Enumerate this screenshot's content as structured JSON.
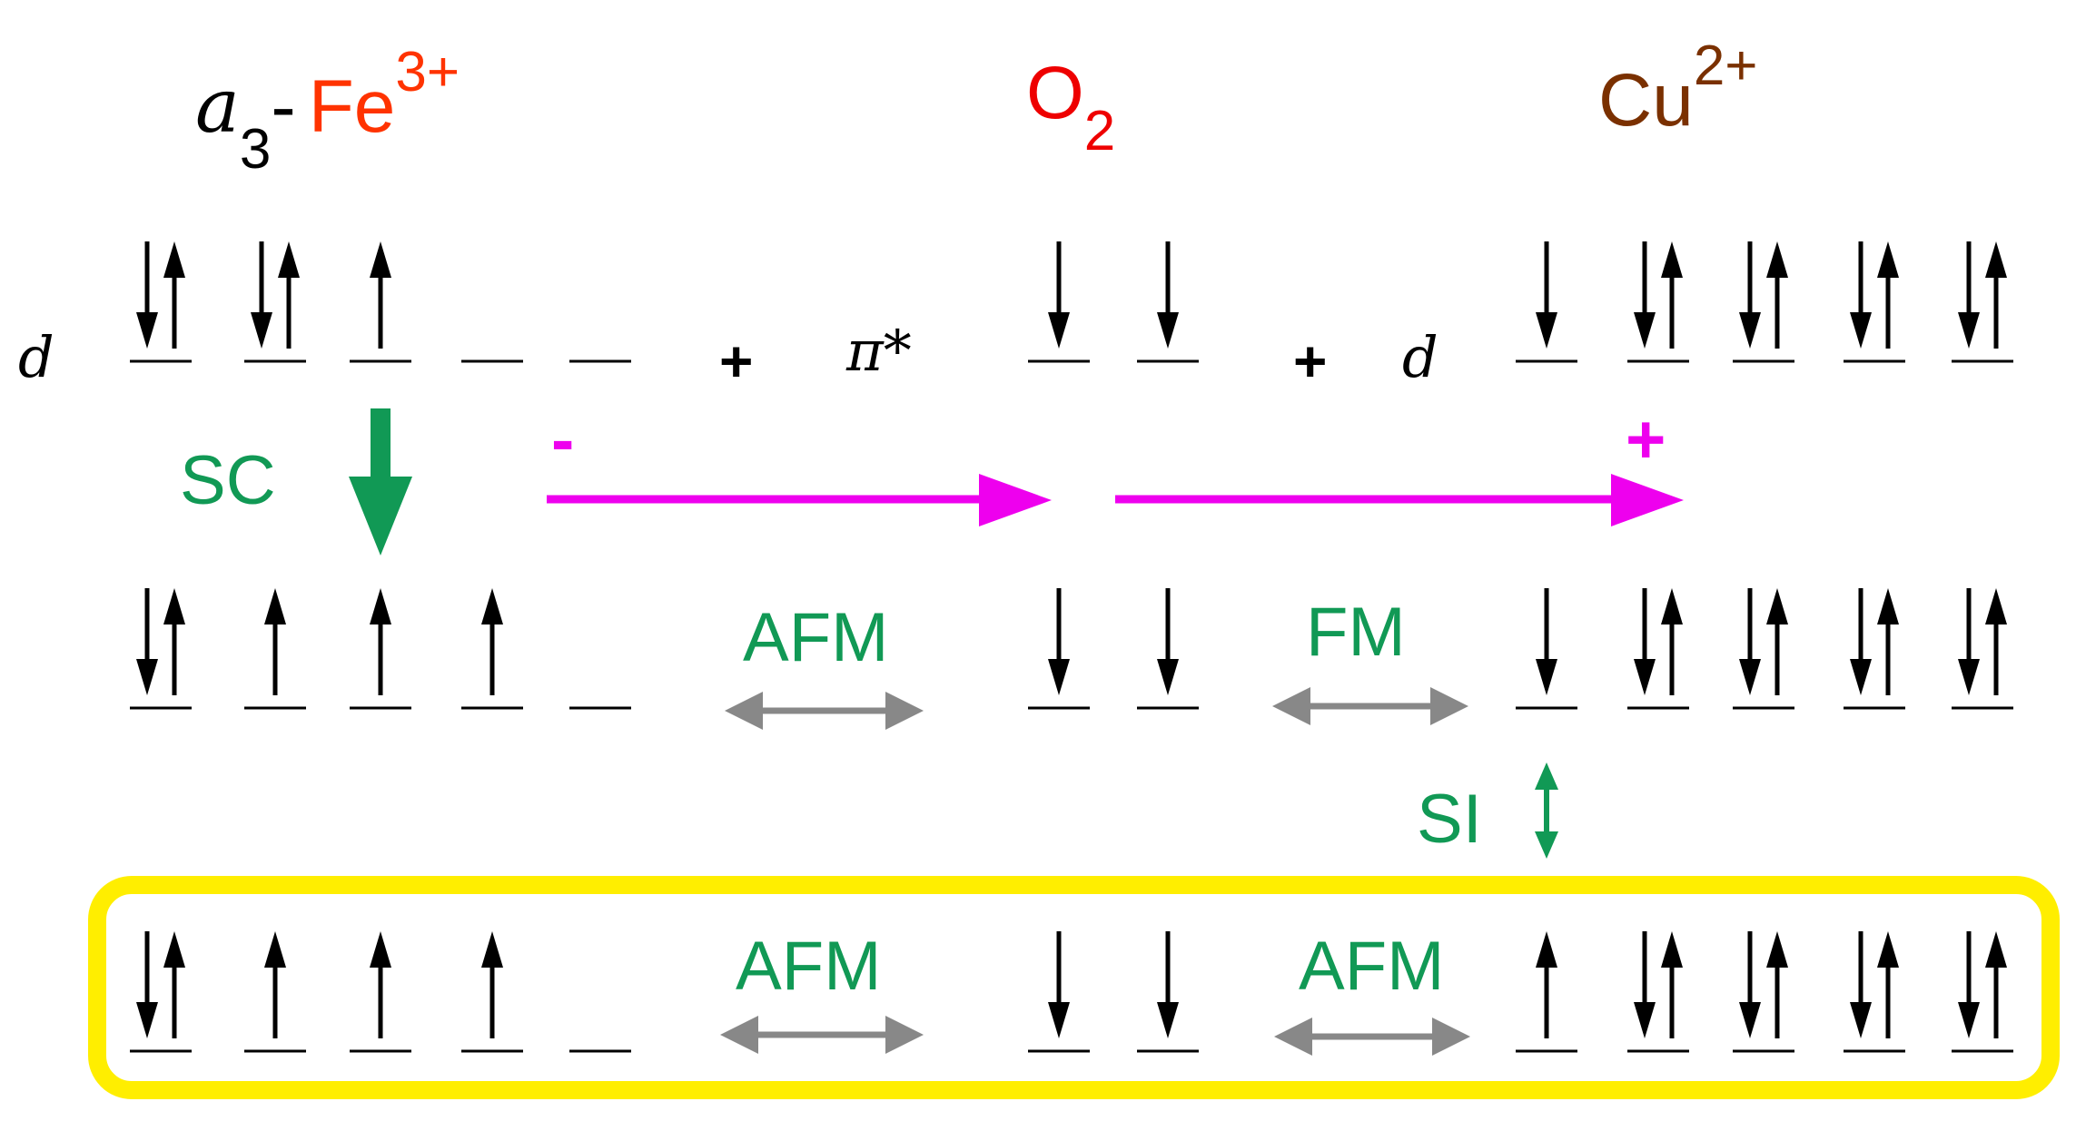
{
  "labels": {
    "fe_prefix": "a",
    "fe_sub": "3",
    "fe_dash": "-",
    "fe_name": "Fe",
    "fe_sup": "3+",
    "o2_name": "O",
    "o2_sub": "2",
    "cu_name": "Cu",
    "cu_sup": "2+",
    "d_left": "d",
    "plus_1": "+",
    "pi_star": "π*",
    "plus_2": "+",
    "d_right": "d",
    "sc": "SC",
    "minus_sign": "-",
    "plus_sign": "+",
    "afm_1": "AFM",
    "fm": "FM",
    "si": "SI",
    "afm_2": "AFM",
    "afm_3": "AFM"
  },
  "colors": {
    "fe": "#ff3300",
    "o2": "#ee0000",
    "cu": "#7a3000",
    "green": "#119955",
    "magenta": "#ee00ee",
    "gray": "#888888",
    "yellow": "#ffee00",
    "black": "#000000"
  },
  "rows": [
    {
      "name": "row-initial",
      "fe": [
        "du",
        "du",
        "u",
        "",
        ""
      ],
      "o2": [
        "d",
        "d"
      ],
      "cu": [
        "d",
        "du",
        "du",
        "du",
        "du"
      ]
    },
    {
      "name": "row-intermediate",
      "fe": [
        "du",
        "u",
        "u",
        "u",
        ""
      ],
      "o2": [
        "d",
        "d"
      ],
      "cu": [
        "d",
        "du",
        "du",
        "du",
        "du"
      ]
    },
    {
      "name": "row-final",
      "fe": [
        "du",
        "u",
        "u",
        "u",
        ""
      ],
      "o2": [
        "d",
        "d"
      ],
      "cu": [
        "u",
        "du",
        "du",
        "du",
        "du"
      ]
    }
  ]
}
